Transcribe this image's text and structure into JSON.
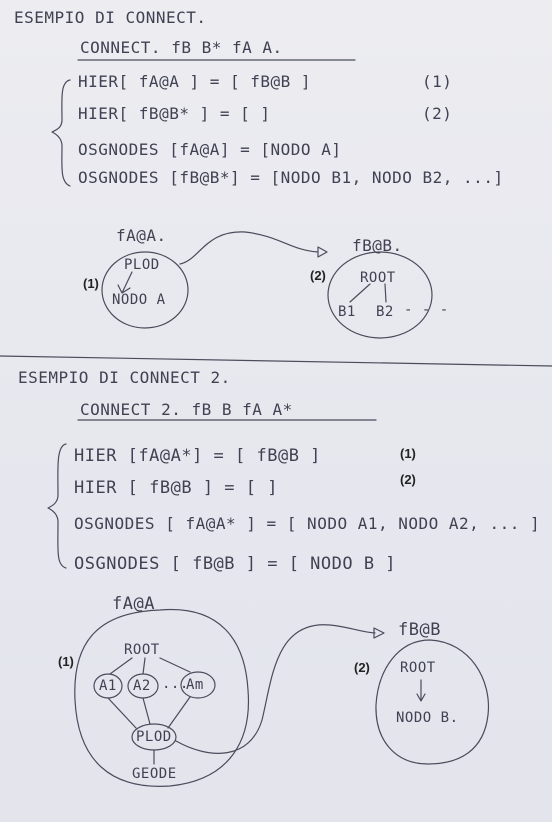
{
  "ex1": {
    "title": "ESEMPIO DI CONNECT.",
    "connect_line": "CONNECT.  fB B*   fA   A.",
    "lines": [
      "HIER[ fA@A ] = [ fB@B ]",
      "HIER[ fB@B* ] = [ ]",
      "OSGNODES [fA@A] = [NODO A]",
      "OSGNODES [fB@B*] = [NODO B1, NODO B2, ...]"
    ],
    "refs": [
      "(1)",
      "(2)"
    ],
    "diagram": {
      "left_label": "fA@A.",
      "left_tag": "(1)",
      "left_nodes": [
        "PLOD",
        "NODO A"
      ],
      "right_label": "fB@B.",
      "right_tag": "(2)",
      "right_nodes": [
        "ROOT",
        "B1",
        "B2",
        "- - -"
      ]
    }
  },
  "ex2": {
    "title": "ESEMPIO DI CONNECT 2.",
    "connect_line": "CONNECT 2.   fB   B     fA    A*",
    "lines": [
      "HIER [fA@A*] = [ fB@B ]",
      "HIER [ fB@B ] = [ ]",
      "OSGNODES [ fA@A* ] = [ NODO A1, NODO A2, ... ]",
      "OSGNODES [ fB@B ] = [ NODO B ]"
    ],
    "refs": [
      "(1)",
      "(2)"
    ],
    "diagram": {
      "left_label": "fA@A",
      "left_tag": "(1)",
      "left_nodes": [
        "ROOT",
        "A1",
        "A2",
        "...",
        "Am",
        "PLOD",
        "GEODE"
      ],
      "right_label": "fB@B",
      "right_tag": "(2)",
      "right_nodes": [
        "ROOT",
        "NODO B."
      ]
    }
  }
}
